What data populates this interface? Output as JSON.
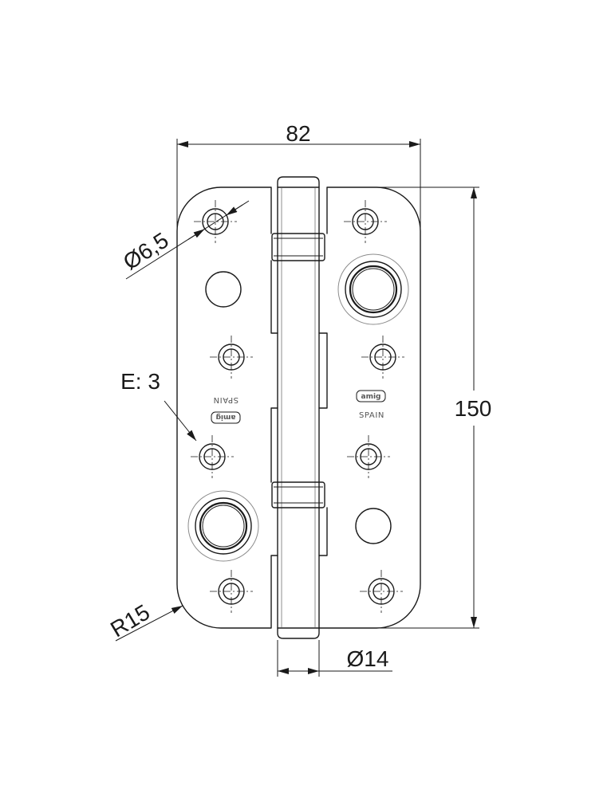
{
  "drawing": {
    "dimensions": {
      "width": "82",
      "height": "150",
      "hole_diameter": "Ø6,5",
      "thickness": "E: 3",
      "corner_radius": "R15",
      "pin_diameter": "Ø14"
    },
    "stamps": {
      "left_country": "SPAIN",
      "right_country": "SPAIN",
      "left_logo": "amig",
      "right_logo": "amig"
    }
  },
  "colors": {
    "line": "#1a1a1a",
    "background": "#ffffff"
  }
}
